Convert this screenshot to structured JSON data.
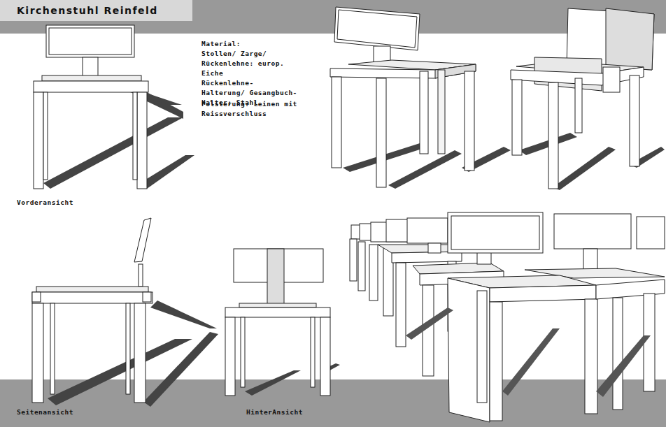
{
  "diagram": {
    "title": "Kirchenstuhl Reinfeld",
    "labels": [
      "Material:",
      "Stollen/ Zarge/ Rückenlehne: europ. Eiche",
      "Rückenlehne- Halterung/ Gesangbuch- Halter: Stahl",
      "Polsterung: Leinen mit Reissverschluss",
      "Vorderansicht",
      "Seitenansicht",
      "HinterAnsicht"
    ]
  }
}
